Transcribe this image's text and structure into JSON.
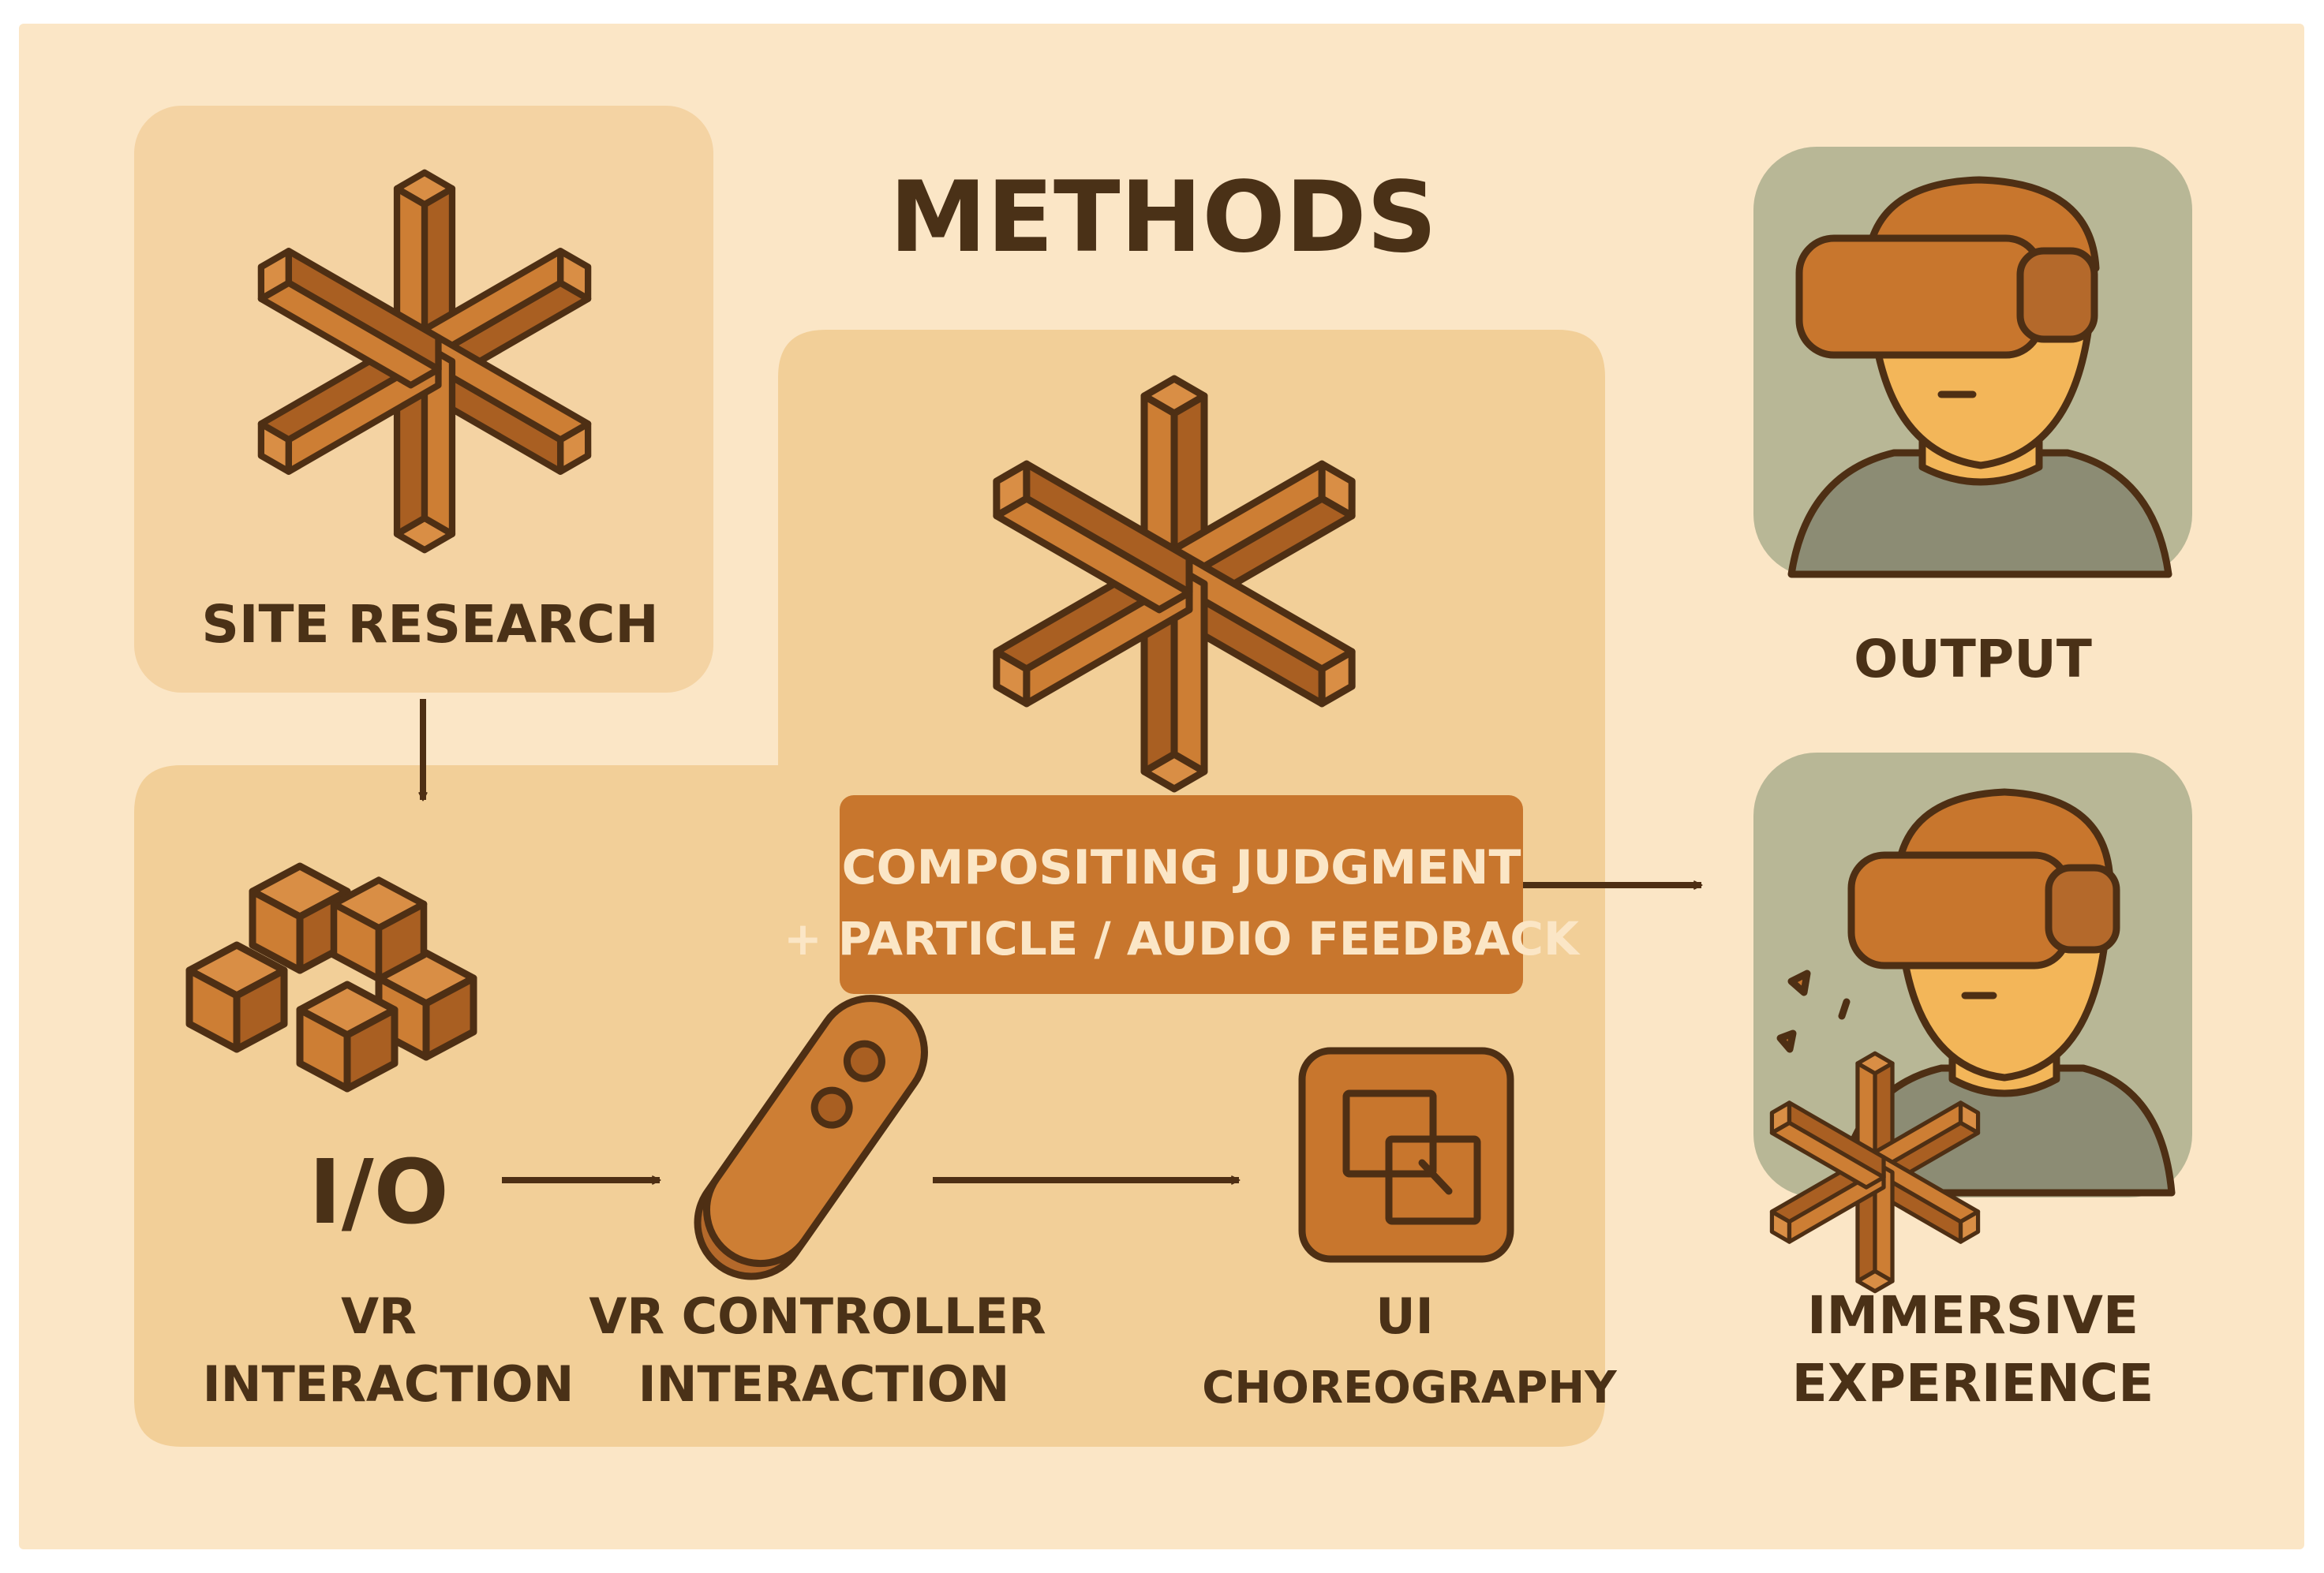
{
  "title": "METHODS",
  "nodes": {
    "site_research": {
      "label": "SITE RESEARCH"
    },
    "vr_interaction": {
      "io_text": "I/O",
      "label_line1": "VR",
      "label_line2": "INTERACTION"
    },
    "vr_controller": {
      "label_line1": "VR CONTROLLER",
      "label_line2": "INTERACTION"
    },
    "ui_choreography": {
      "label_line1": "UI",
      "label_line2": "CHOREOGRAPHY"
    },
    "compositing": {
      "label_line1": "COMPOSITING JUDGMENT",
      "label_line2": "+ PARTICLE / AUDIO FEEDBACK"
    },
    "output": {
      "label": "OUTPUT"
    },
    "immersive": {
      "label_line1": "IMMERSIVE",
      "label_line2": "EXPERIENCE"
    }
  },
  "icons": {
    "site_research": "asterisk-block-icon",
    "compositing": "asterisk-block-icon",
    "vr_interaction": "stacked-blocks-icon",
    "vr_controller": "vr-controller-icon",
    "ui_choreography": "overlapping-windows-icon",
    "output": "vr-headset-person-icon",
    "immersive": "vr-headset-person-with-asterisk-icon"
  },
  "colors": {
    "page": "#fbe6c6",
    "panel": "#f2cf98",
    "panel_light": "#f4d3a3",
    "accent": "#c8762d",
    "block_face": "#cd7e34",
    "outline": "#4e2f14",
    "text": "#4a3117",
    "sage": "#b8b796",
    "shirt": "#8c8c74",
    "skin": "#f3b659"
  }
}
